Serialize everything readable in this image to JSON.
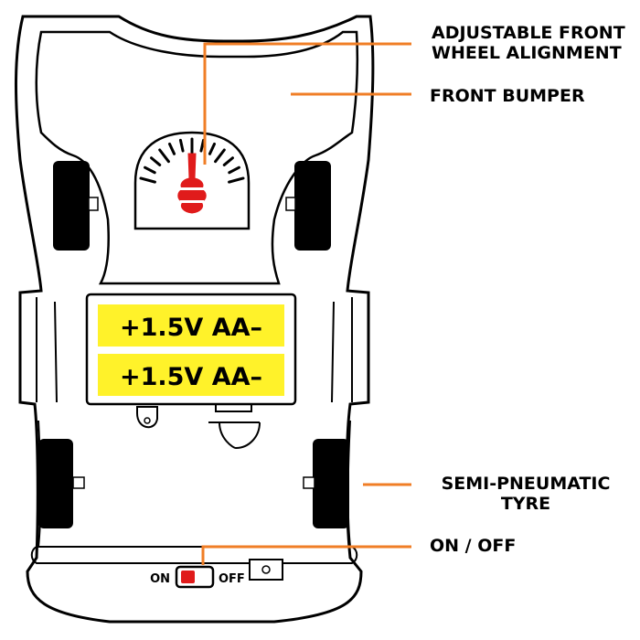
{
  "callouts": {
    "alignment": {
      "line1": "ADJUSTABLE FRONT",
      "line2": "WHEEL ALIGNMENT"
    },
    "bumper": {
      "line1": "FRONT BUMPER"
    },
    "tyre": {
      "line1": "SEMI-PNEUMATIC",
      "line2": "TYRE"
    },
    "switch": {
      "line1": "ON / OFF"
    }
  },
  "batteries": [
    {
      "label": "+1.5V AA–"
    },
    {
      "label": "+1.5V AA–"
    }
  ],
  "switch": {
    "on_label": "ON",
    "off_label": "OFF",
    "state": "on"
  },
  "colors": {
    "leader": "#f07e26",
    "battery_fill": "#fff22a",
    "switch_red": "#e01b1b",
    "dial_red": "#e01b1b",
    "tyre": "#000000",
    "outline": "#000000"
  },
  "icons": {
    "dial": "alignment-dial-icon",
    "switch": "toggle-switch-icon"
  }
}
